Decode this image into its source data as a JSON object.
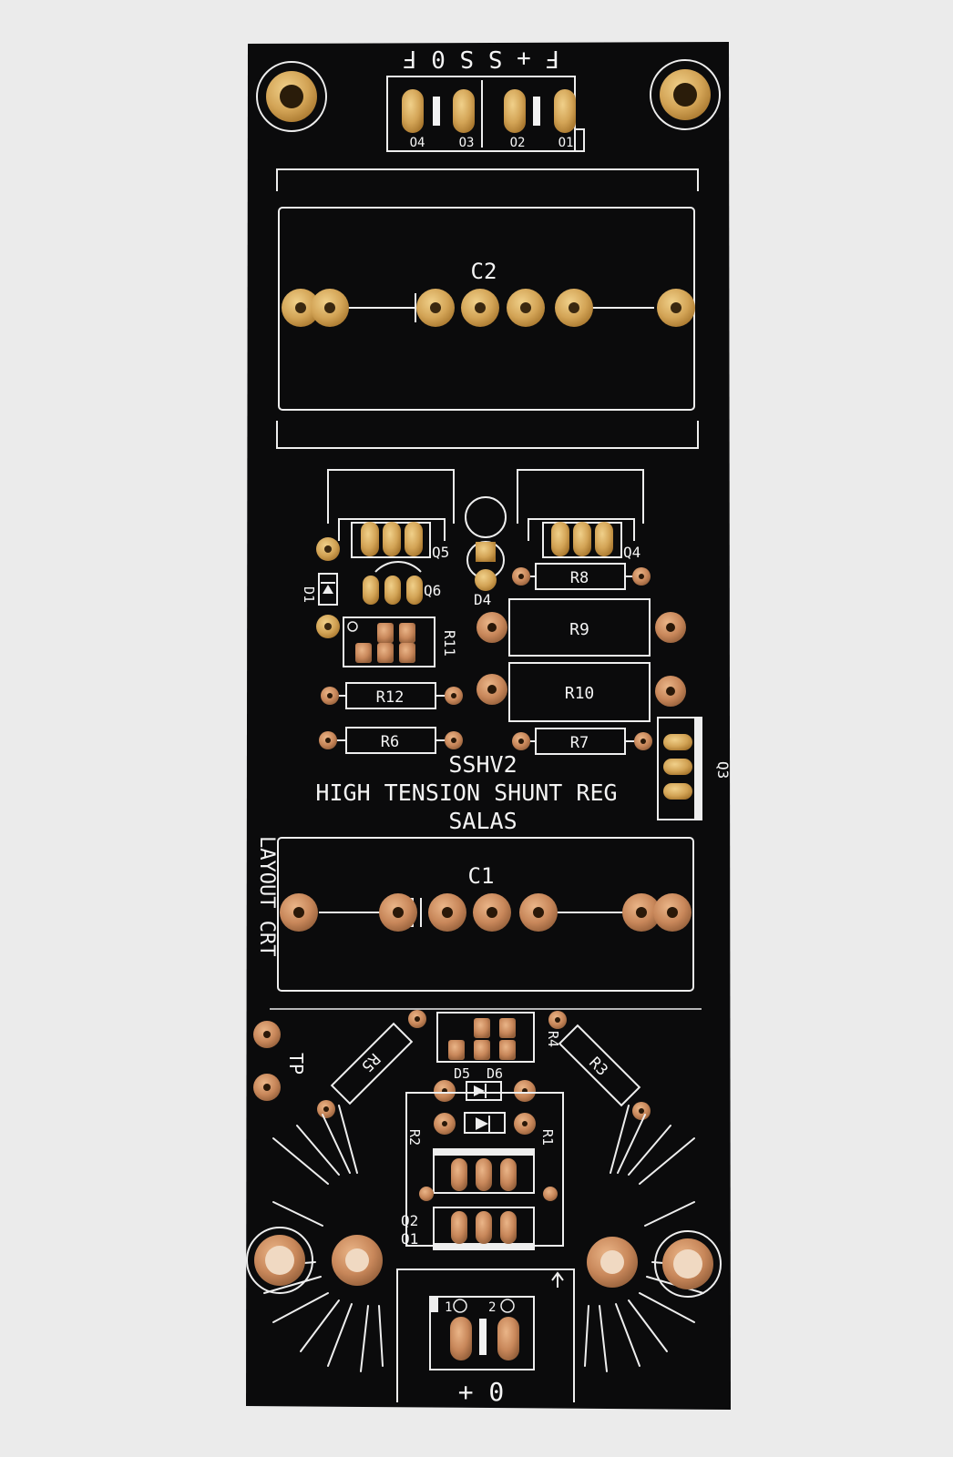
{
  "board": {
    "title_line1": "SSHV2",
    "title_line2": "HIGH TENSION SHUNT REG",
    "title_line3": "SALAS",
    "side_text": "LAYOUT CRT",
    "output_header_labels": "F + S   S 0 F",
    "output_pin_labels": [
      "O4",
      "O3",
      "O2",
      "O1"
    ],
    "input_labels": "+ 0",
    "input_pin_labels": [
      "1",
      "2"
    ],
    "tp_label": "TP",
    "component_labels": {
      "c2": "C2",
      "c1": "C1",
      "q5": "Q5",
      "q4": "Q4",
      "q6": "Q6",
      "q3": "Q3",
      "d1": "D1",
      "d4": "D4",
      "d5": "D5",
      "d6": "D6",
      "r8": "R8",
      "r9": "R9",
      "r10": "R10",
      "r11": "R11",
      "r12": "R12",
      "r6": "R6",
      "r7": "R7",
      "r5": "R5",
      "r4": "R4",
      "r3": "R3",
      "r2": "R2",
      "r1": "R1",
      "q2": "Q2",
      "q1": "Q1"
    }
  },
  "colors": {
    "background": "#ebebeb",
    "board": "#0b0b0c",
    "silkscreen": "#f4f4f4",
    "pad_gold": "#d6a85a",
    "pad_copper": "#c88a55",
    "pad_hole": "#1a1208"
  }
}
